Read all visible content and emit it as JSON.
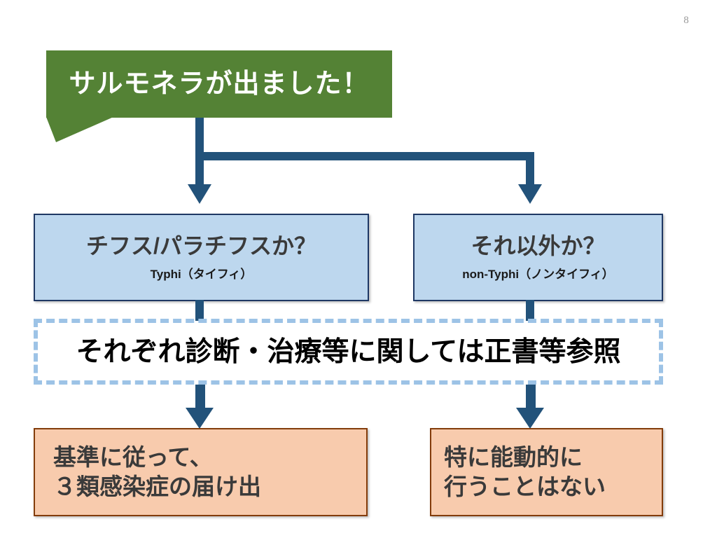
{
  "slide": {
    "page_number": "8",
    "background_color": "#FFFFFF"
  },
  "colors": {
    "callout_green": "#548235",
    "connector_blue": "#22527A",
    "box_blue_fill": "#BDD7EE",
    "box_blue_border": "#1F3864",
    "dashed_border": "#9DC3E6",
    "box_orange_fill": "#F8CBAD",
    "box_orange_border": "#833C0B",
    "heading_text": "#3A3A3A",
    "page_number_color": "#9A9A9A"
  },
  "callout": {
    "text": "サルモネラが出ました！"
  },
  "branches": [
    {
      "id": "typhi",
      "title": "チフス/パラチフスか？",
      "subtitle": "Typhi（タイフィ）",
      "outcome_lines": [
        "基準に従って、",
        "３類感染症の届け出"
      ]
    },
    {
      "id": "non-typhi",
      "title": "それ以外か？",
      "subtitle": "non-Typhi（ノンタイフィ）",
      "outcome_lines": [
        "特に能動的に",
        "行うことはない"
      ]
    }
  ],
  "note": {
    "text": "それぞれ診断・治療等に関しては正書等参照"
  }
}
